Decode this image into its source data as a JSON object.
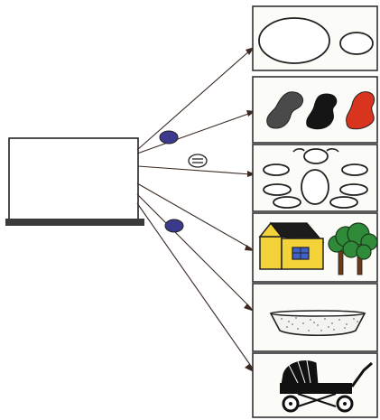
{
  "diagram": {
    "colors": {
      "background": "#ffffff",
      "panel_border": "#333333",
      "arrow": "#3a2a22",
      "marker_fill": "#3b3a8c",
      "stand_bar": "#3a3a3a",
      "house_wall": "#f3d23a",
      "house_roof": "#1c1c1c",
      "tree_foliage": "#2f8a3a",
      "tree_trunk": "#6b3a1a",
      "blob_black": "#151515",
      "blob_gray": "#4a4a4a",
      "blob_red": "#d8341e"
    },
    "source_icon": "projection-screen-icon",
    "markers": [
      "filled-oval-marker",
      "equals-oval-marker",
      "filled-oval-marker"
    ],
    "panels": [
      {
        "id": "panel-1",
        "icon": "large-and-small-oval-icon"
      },
      {
        "id": "panel-2",
        "icon": "dark-and-red-blobs-icon"
      },
      {
        "id": "panel-3",
        "icon": "oval-arrangement-icon"
      },
      {
        "id": "panel-4",
        "icon": "house-and-trees-icon"
      },
      {
        "id": "panel-5",
        "icon": "dotted-basin-icon"
      },
      {
        "id": "panel-6",
        "icon": "baby-stroller-icon"
      }
    ]
  }
}
